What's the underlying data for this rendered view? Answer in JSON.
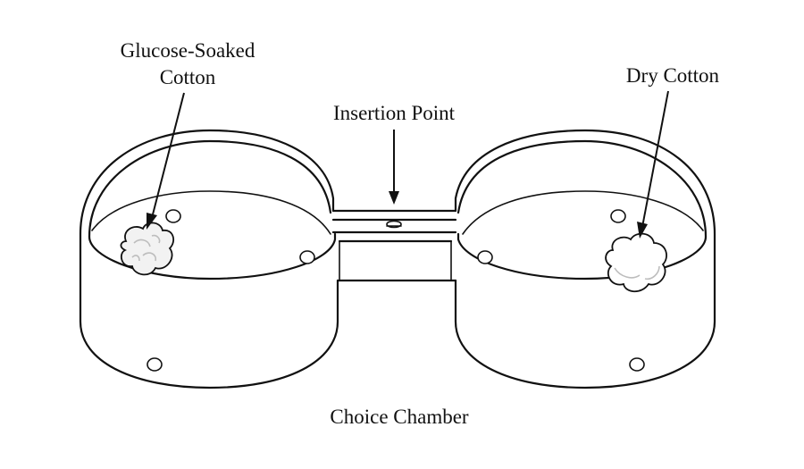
{
  "labels": {
    "glucose_line1": "Glucose-Soaked",
    "glucose_line2": "Cotton",
    "dry": "Dry Cotton",
    "insertion": "Insertion Point",
    "caption": "Choice Chamber"
  },
  "colors": {
    "stroke": "#111111",
    "cotton_fill": "#f2f2f2",
    "cotton_shade": "#bdbdbd"
  }
}
